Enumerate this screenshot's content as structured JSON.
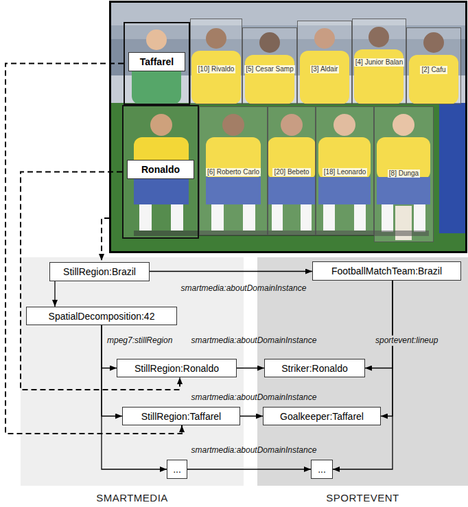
{
  "diagram": {
    "nodes": [
      {
        "text": [
          "Taffarel"
        ]
      },
      {
        "text": [
          "[10] Rivaldo"
        ]
      },
      {
        "text": [
          "[5] Cesar Samp"
        ]
      },
      {
        "text": [
          "[3] Aldair"
        ]
      },
      {
        "text": [
          "[4] Junior Balan"
        ]
      },
      {
        "text": [
          "[2] Cafu"
        ]
      },
      {
        "text": [
          "Ronaldo"
        ]
      },
      {
        "text": [
          "[6] Roberto Carlo"
        ]
      },
      {
        "text": [
          "[20] Bebeto"
        ]
      },
      {
        "text": [
          "[18] Leonardo"
        ]
      },
      {
        "text": [
          "[8] Dunga"
        ]
      },
      {
        "text": [
          "SMARTMEDIA"
        ]
      },
      {
        "text": [
          "SPORTEVENT"
        ]
      },
      {
        "text": [
          "StillRegion:Brazil"
        ],
        "in": 11
      },
      {
        "text": [
          "FootballMatchTeam:Brazil"
        ],
        "in": 12
      },
      {
        "text": [
          "SpatialDecomposition:42"
        ],
        "in": 11
      },
      {
        "text": [
          "StillRegion:Ronaldo"
        ],
        "in": 11
      },
      {
        "text": [
          "Striker:Ronaldo"
        ],
        "in": 12
      },
      {
        "text": [
          "StillRegion:Taffarel"
        ],
        "in": 11
      },
      {
        "text": [
          "Goalkeeper:Taffarel"
        ],
        "in": 12
      },
      {
        "text": [
          "..."
        ],
        "in": 11
      },
      {
        "text": [
          "..."
        ],
        "in": 12
      }
    ],
    "edges": [
      {
        "from": 13,
        "to": 14,
        "arrow": "to",
        "label": "smartmedia:aboutDomainInstance"
      },
      {
        "from": 13,
        "to": 15,
        "arrow": "to"
      },
      {
        "from": 15,
        "to": 16,
        "arrow": "to",
        "label": "mpeg7:stillRegion"
      },
      {
        "from": 15,
        "to": 18,
        "arrow": "to"
      },
      {
        "from": 15,
        "to": 20,
        "arrow": "to"
      },
      {
        "from": 16,
        "to": 17,
        "arrow": "to",
        "label": "smartmedia:aboutDomainInstance"
      },
      {
        "from": 18,
        "to": 19,
        "arrow": "to",
        "label": "smartmedia:aboutDomainInstance"
      },
      {
        "from": 20,
        "to": 21,
        "arrow": "to",
        "label": "smartmedia:aboutDomainInstance"
      },
      {
        "from": 14,
        "to": 17,
        "arrow": "to",
        "label": "sportevent:lineup"
      },
      {
        "from": 14,
        "to": 19,
        "arrow": "to"
      },
      {
        "from": 14,
        "to": 21,
        "arrow": "to"
      },
      {
        "from": 6,
        "to": 16,
        "arrow": "to"
      },
      {
        "from": 0,
        "to": 18,
        "arrow": "to"
      }
    ]
  }
}
